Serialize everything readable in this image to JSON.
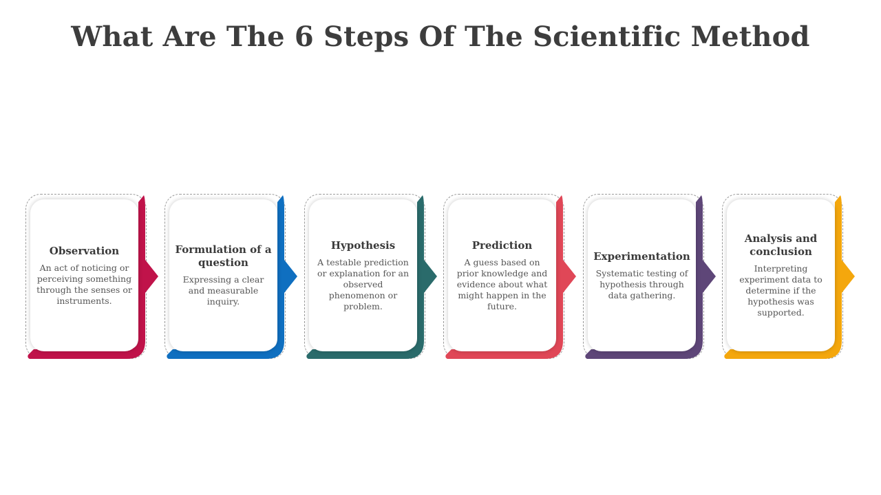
{
  "title": "What Are The 6 Steps Of The Scientific Method",
  "steps": [
    {
      "title": "Observation",
      "description": "An act of noticing or perceiving something through the senses or instruments.",
      "color": "#c0134a"
    },
    {
      "title": "Formulation of a question",
      "description": "Expressing a clear and measurable inquiry.",
      "color": "#0f6fc0"
    },
    {
      "title": "Hypothesis",
      "description": "A testable prediction or explanation for an observed phenomenon or problem.",
      "color": "#2a6b6b"
    },
    {
      "title": "Prediction",
      "description": "A guess based on prior knowledge and evidence about what might happen in the future.",
      "color": "#e04757"
    },
    {
      "title": "Experimentation",
      "description": "Systematic testing of hypothesis through data gathering.",
      "color": "#5e4678"
    },
    {
      "title": "Analysis and conclusion",
      "description": "Interpreting experiment data to determine if the hypothesis was supported.",
      "color": "#f4a70d"
    }
  ]
}
